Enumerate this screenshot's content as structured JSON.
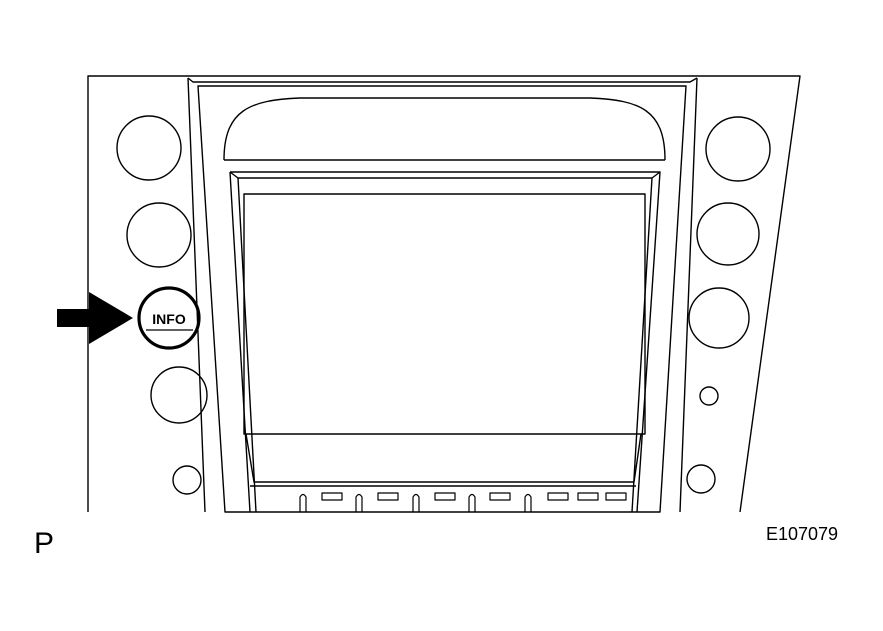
{
  "figure": {
    "info_button_label": "INFO",
    "corner_letter": "P",
    "figure_code": "E107079"
  },
  "colors": {
    "line": "#000000",
    "background": "#ffffff"
  },
  "icons": {
    "pointer": "arrow-right-icon"
  }
}
